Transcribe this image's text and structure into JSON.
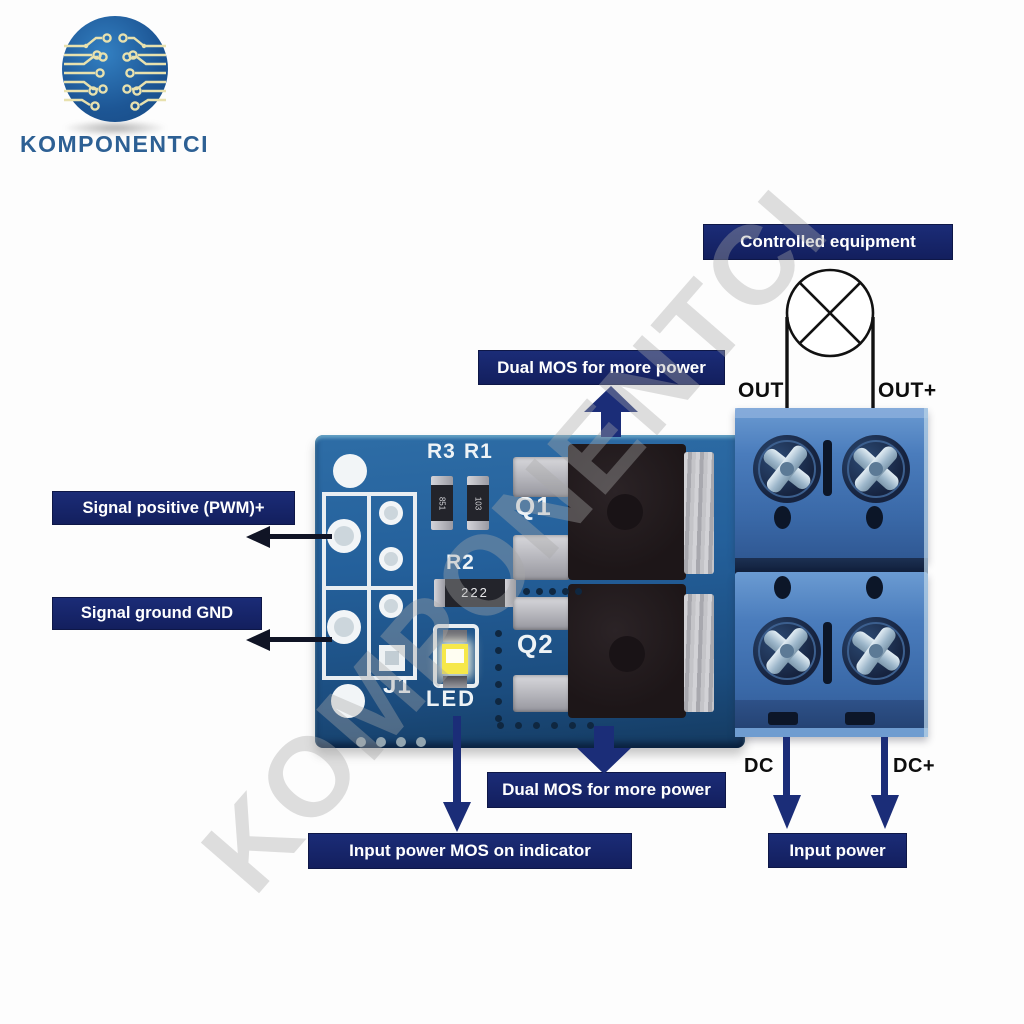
{
  "brand": {
    "name": "KOMPONENTCI"
  },
  "watermark": {
    "text": "KOMPONENTCI"
  },
  "annotations": {
    "controlled_equipment": "Controlled equipment",
    "dual_mos_top": "Dual MOS for more power",
    "dual_mos_bottom": "Dual MOS for more power",
    "signal_positive": "Signal positive (PWM)+",
    "signal_ground": "Signal ground GND",
    "input_power_mos": "Input power MOS on indicator",
    "input_power": "Input power"
  },
  "terminals": {
    "out_minus": "OUT",
    "out_plus": "OUT+",
    "dc_minus": "DC",
    "dc_plus": "DC+"
  },
  "pcb_silkscreen": {
    "r3": "R3",
    "r1": "R1",
    "r2": "R2",
    "q1": "Q1",
    "q2": "Q2",
    "j1": "J1",
    "led": "LED",
    "r2_code": "222",
    "r3_code": "851",
    "r1_code": "103"
  },
  "colors": {
    "label_box": "#16246b",
    "arrow_navy": "#1b2d78",
    "pcb_blue": "#24609b",
    "terminal_blue": "#3f74b6",
    "logo_text": "#2d6094",
    "led_yellow": "#f6e84a"
  }
}
